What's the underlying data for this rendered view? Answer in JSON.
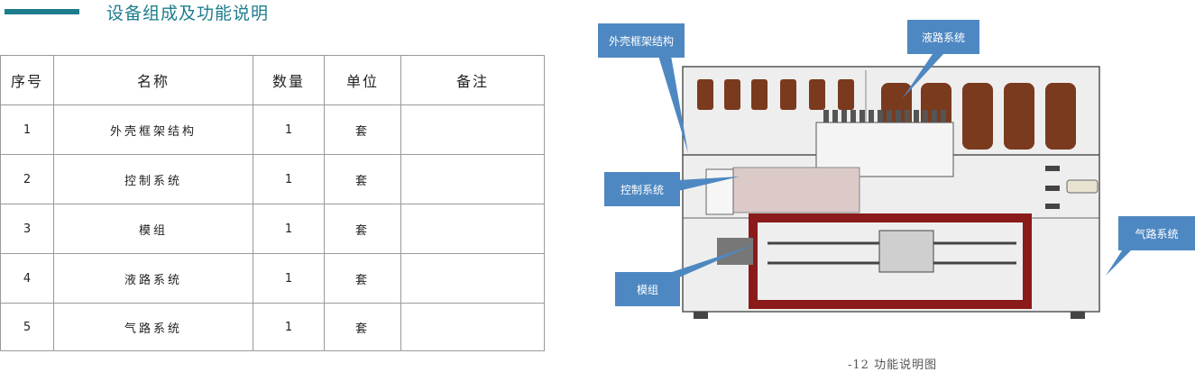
{
  "header": {
    "title": "设备组成及功能说明"
  },
  "table": {
    "headers": [
      "序号",
      "名称",
      "数量",
      "单位",
      "备注"
    ],
    "rows": [
      {
        "seq": "1",
        "name": "外壳框架结构",
        "qty": "1",
        "unit": "套",
        "note": ""
      },
      {
        "seq": "2",
        "name": "控制系统",
        "qty": "1",
        "unit": "套",
        "note": ""
      },
      {
        "seq": "3",
        "name": "模组",
        "qty": "1",
        "unit": "套",
        "note": ""
      },
      {
        "seq": "4",
        "name": "液路系统",
        "qty": "1",
        "unit": "套",
        "note": ""
      },
      {
        "seq": "5",
        "name": "气路系统",
        "qty": "1",
        "unit": "套",
        "note": ""
      }
    ]
  },
  "figure": {
    "callouts": {
      "frame": "外壳框架结构",
      "liquid": "液路系统",
      "control": "控制系统",
      "gas": "气路系统",
      "module": "模组"
    },
    "caption": "-12 功能说明图",
    "colors": {
      "callout": "#4e88c2",
      "frame": "#8b1a1a",
      "bottle": "#7a3a1e",
      "title": "#1d7c8c"
    }
  }
}
